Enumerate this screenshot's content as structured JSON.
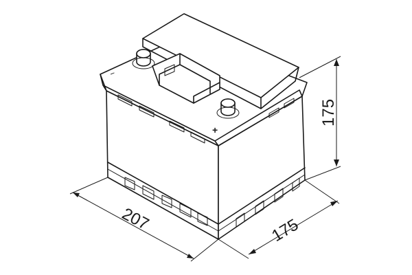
{
  "dimensions": {
    "length": "207",
    "width": "175",
    "height": "175"
  },
  "terminals": {
    "negative_symbol": "−",
    "positive_symbol": "+"
  },
  "colors": {
    "line": "#1a1a1a",
    "background": "#ffffff"
  }
}
